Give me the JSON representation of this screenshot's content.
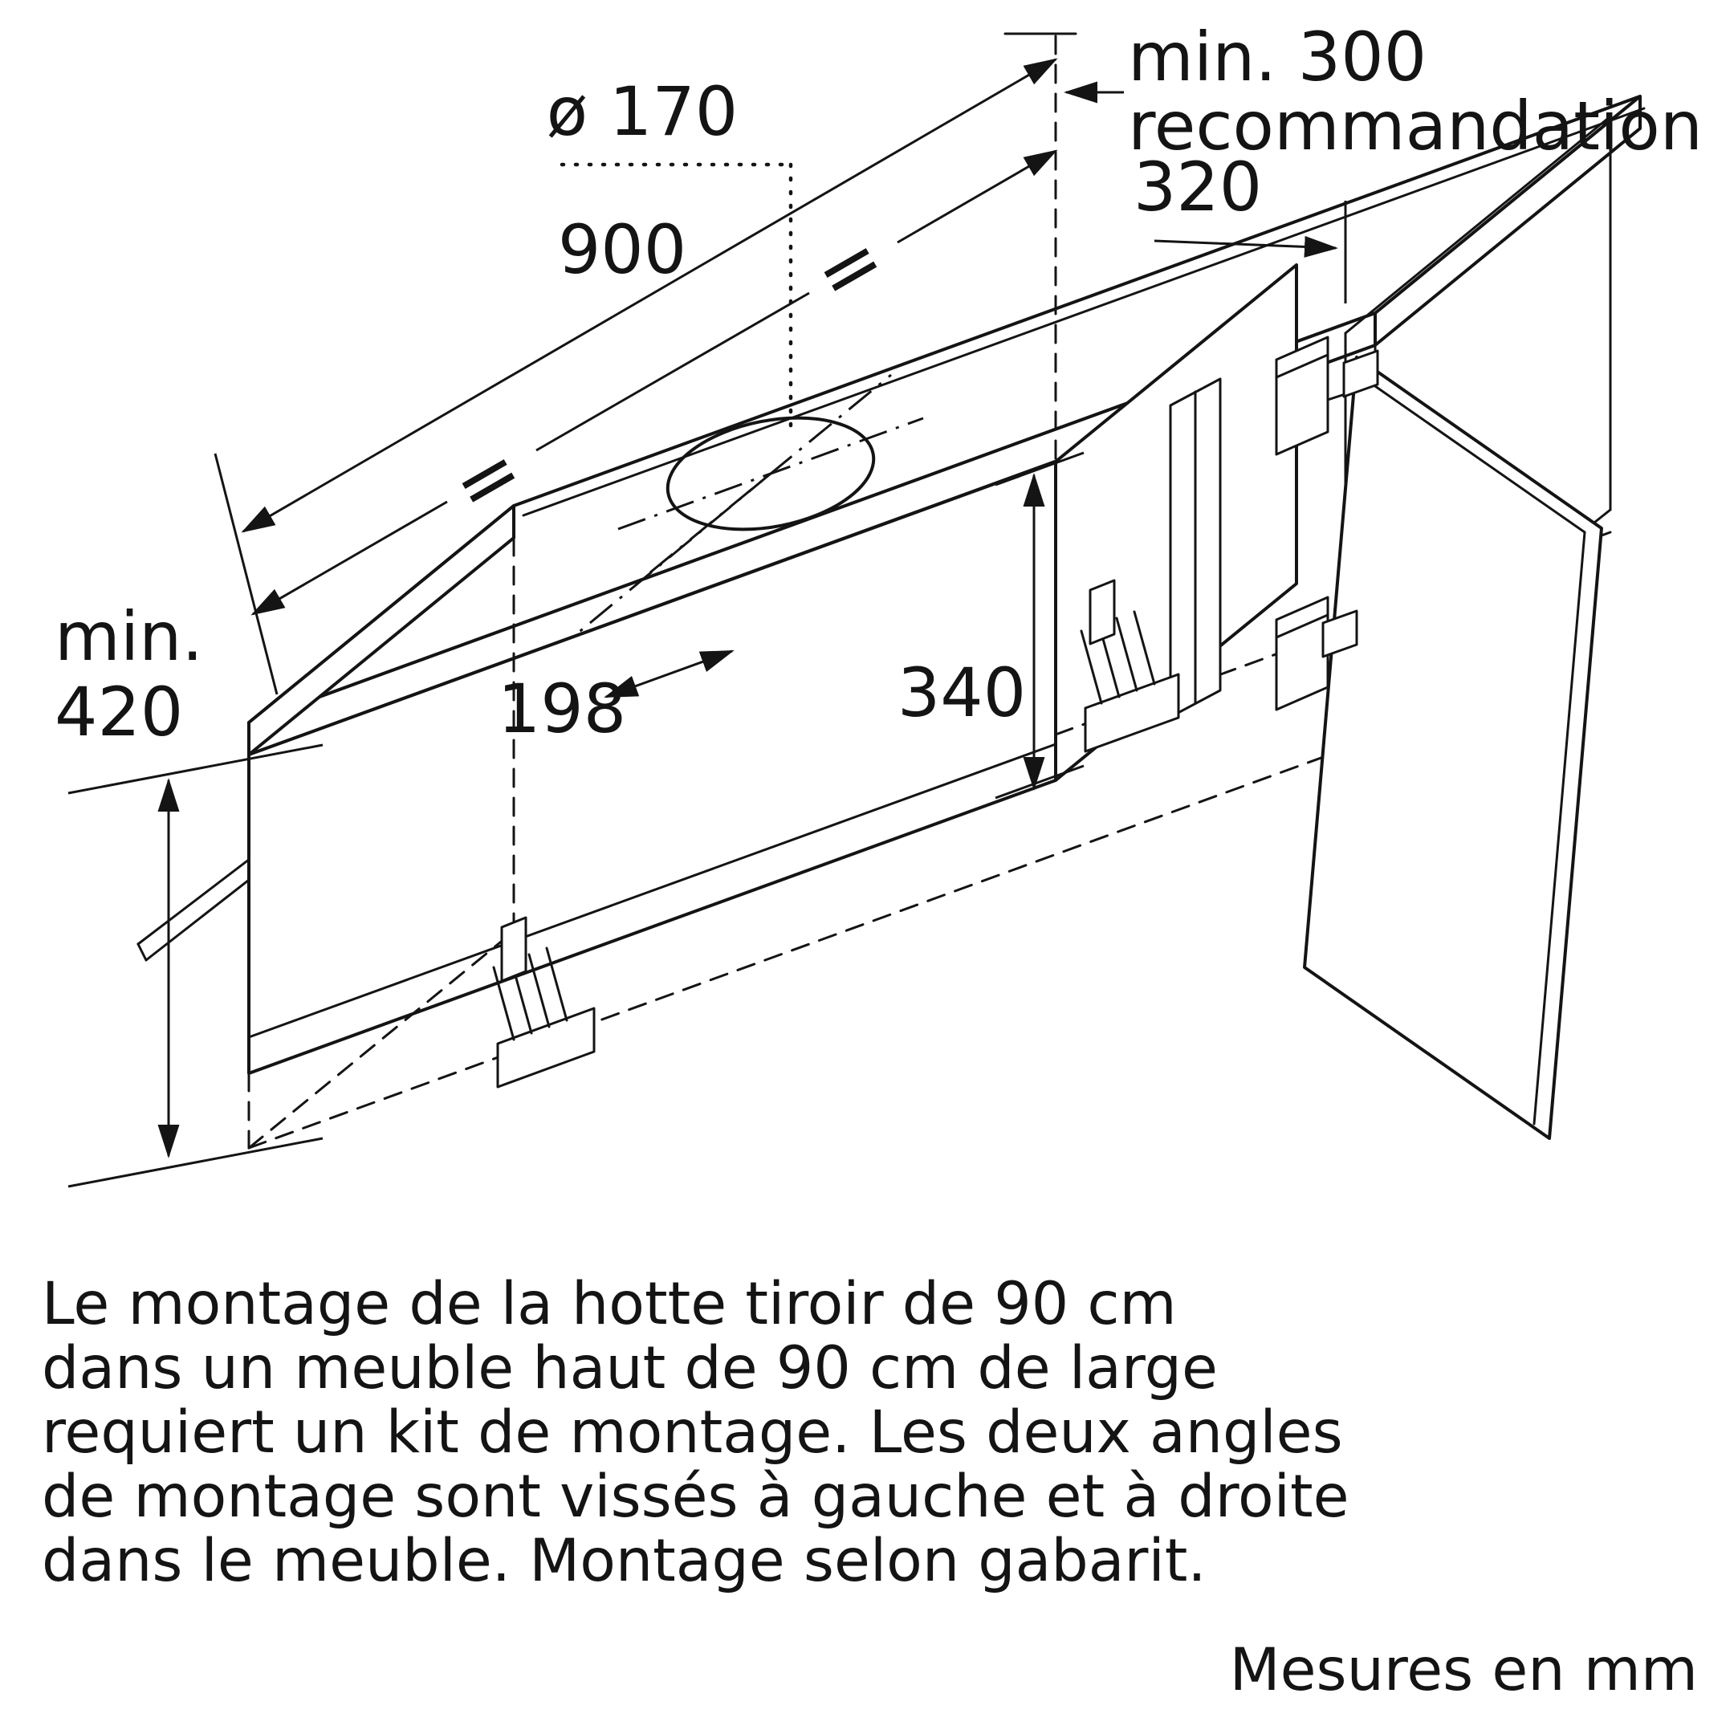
{
  "diagram": {
    "dimensions": {
      "hole_diameter": "ø 170",
      "hood_width": "900",
      "equal_left": "=",
      "equal_right": "=",
      "min_wall_clearance": "min. 300",
      "min_wall_clearance_note": "recommandation",
      "side_distance": "320",
      "duct_offset": "198",
      "hood_height": "340",
      "min_height_label": "min.",
      "min_height_value": "420"
    }
  },
  "caption": {
    "lines": [
      "Le montage de la hotte tiroir de 90 cm",
      "dans un meuble haut de 90 cm de large",
      "requiert un kit de montage. Les deux angles",
      "de montage sont vissés à gauche et à droite",
      "dans le meuble. Montage selon gabarit."
    ]
  },
  "footer": {
    "units_note": "Mesures en mm"
  },
  "colors": {
    "line": "#141414",
    "text": "#141414",
    "background": "#ffffff"
  }
}
